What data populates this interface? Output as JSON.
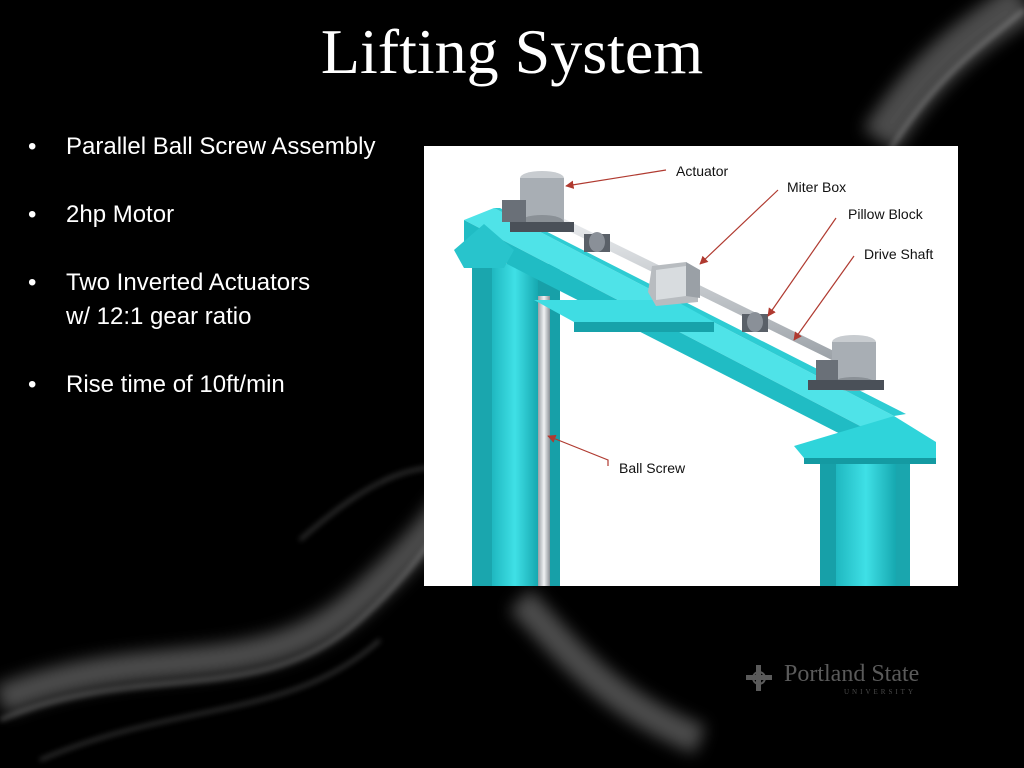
{
  "title": "Lifting System",
  "bullets": [
    {
      "lines": [
        "Parallel Ball Screw Assembly"
      ]
    },
    {
      "lines": [
        "2hp Motor"
      ]
    },
    {
      "lines": [
        "Two Inverted Actuators",
        "w/ 12:1 gear ratio"
      ]
    },
    {
      "lines": [
        "Rise time of 10ft/min"
      ]
    }
  ],
  "bullet_glyph": "•",
  "figure": {
    "callouts": {
      "actuator": "Actuator",
      "miter_box": "Miter Box",
      "pillow_block": "Pillow Block",
      "drive_shaft": "Drive Shaft",
      "ball_screw": "Ball Screw"
    },
    "colors": {
      "frame": "#22c8d0",
      "arrow": "#b03a30",
      "shaft": "#c8ccd0"
    }
  },
  "logo": {
    "name": "Portland State",
    "sub": "UNIVERSITY"
  }
}
